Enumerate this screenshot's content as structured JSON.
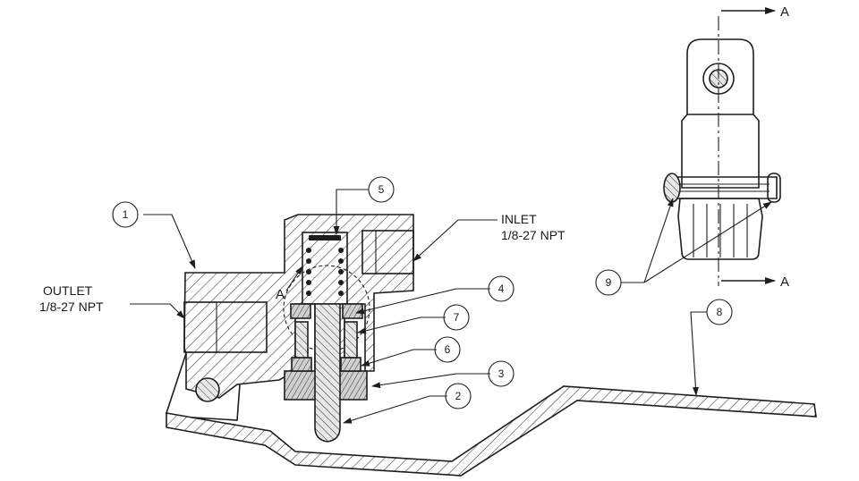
{
  "labels": {
    "outlet_line1": "OUTLET",
    "outlet_line2": "1/8-27 NPT",
    "inlet_line1": "INLET",
    "inlet_line2": "1/8-27 NPT",
    "section_a_top": "A",
    "section_a_bottom": "A",
    "section_a_body": "A"
  },
  "balloons": [
    {
      "id": "1",
      "text": "1"
    },
    {
      "id": "2",
      "text": "2"
    },
    {
      "id": "3",
      "text": "3"
    },
    {
      "id": "4",
      "text": "4"
    },
    {
      "id": "5",
      "text": "5"
    },
    {
      "id": "6",
      "text": "6"
    },
    {
      "id": "7",
      "text": "7"
    },
    {
      "id": "8",
      "text": "8"
    },
    {
      "id": "9",
      "text": "9"
    }
  ],
  "colors": {
    "line": "#1e1e1e",
    "background": "#ffffff"
  }
}
